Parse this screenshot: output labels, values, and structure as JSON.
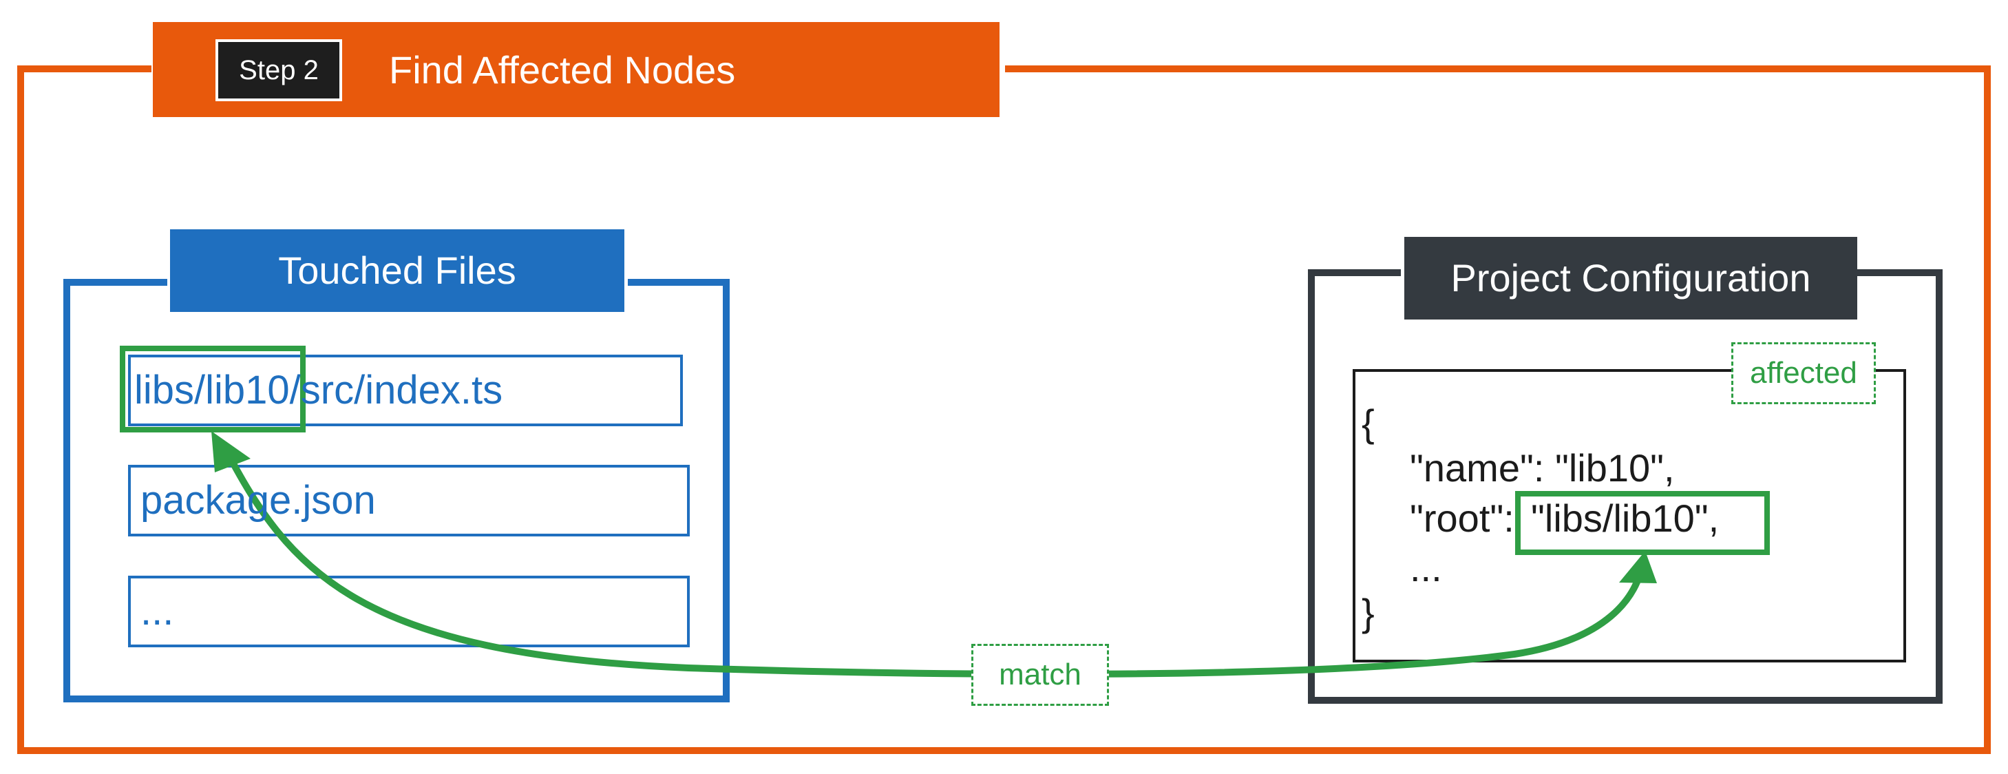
{
  "step": {
    "badge": "Step 2",
    "title": "Find Affected Nodes"
  },
  "touched_files": {
    "header": "Touched Files",
    "items": [
      "libs/lib10/src/index.ts",
      "package.json",
      "..."
    ]
  },
  "project_configuration": {
    "header": "Project Configuration",
    "badge": "affected",
    "code_lines": [
      "{",
      "\"name\": \"lib10\",",
      "\"root\":",
      "\"libs/lib10\",",
      "...",
      "}"
    ]
  },
  "connector": {
    "label": "match"
  },
  "colors": {
    "orange": "#e8590c",
    "blue": "#1f6fbf",
    "dark": "#343a40",
    "green": "#2f9e44"
  }
}
